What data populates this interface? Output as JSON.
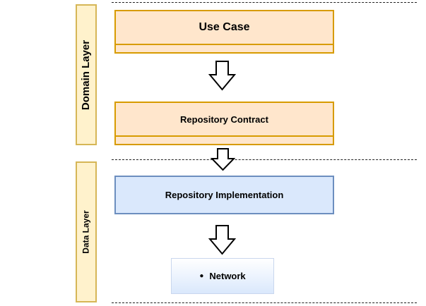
{
  "layers": {
    "domain": {
      "label": "Domain Layer"
    },
    "data": {
      "label": "Data Layer"
    }
  },
  "boxes": {
    "use_case": {
      "title": "Use Case"
    },
    "repository_contract": {
      "title": "Repository Contract"
    },
    "repository_implementation": {
      "title": "Repository Implementation"
    },
    "network": {
      "items": [
        "Network"
      ]
    }
  },
  "colors": {
    "domain_fill": "#ffe6cc",
    "domain_stroke": "#d79b00",
    "data_fill": "#dae8fc",
    "data_stroke": "#6c8ebf",
    "label_fill": "#fff2cc",
    "label_stroke": "#d6b656"
  }
}
